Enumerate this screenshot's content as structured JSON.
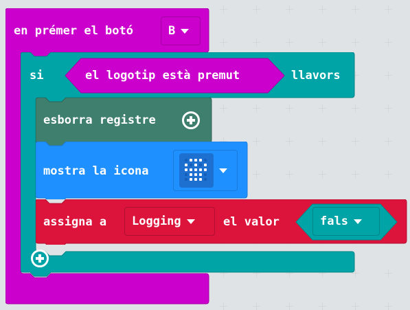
{
  "event_block": {
    "label": "en prémer el botó",
    "button_value": "B",
    "color": "#cc00cc"
  },
  "if_block": {
    "keyword_if": "si",
    "condition": "el logotip està premut",
    "keyword_then": "llavors",
    "color": "#00a4a6"
  },
  "clear_log_block": {
    "label": "esborra registre",
    "color": "#3f7f6e"
  },
  "show_icon_block": {
    "label": "mostra la icona",
    "color": "#1e90ff",
    "icon_name": "skull-icon",
    "icon_leds": [
      [
        0,
        1,
        1,
        1,
        0
      ],
      [
        1,
        0,
        1,
        0,
        1
      ],
      [
        1,
        1,
        1,
        1,
        1
      ],
      [
        0,
        1,
        1,
        1,
        0
      ],
      [
        0,
        1,
        1,
        1,
        0
      ]
    ]
  },
  "set_block": {
    "label_assign": "assigna a",
    "variable": "Logging",
    "label_value": "el valor",
    "value": "fals",
    "color": "#dc143c"
  }
}
